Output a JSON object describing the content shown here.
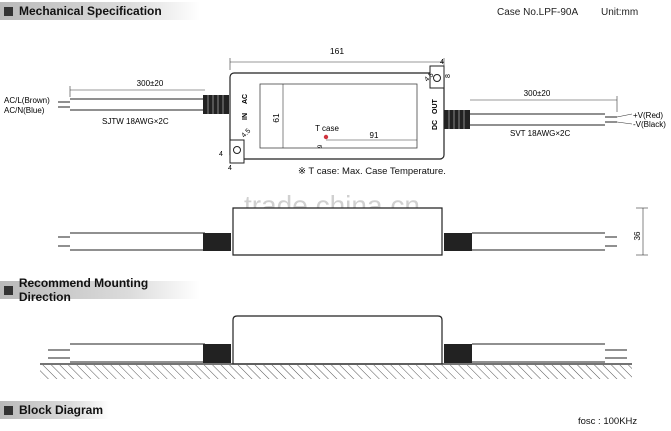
{
  "sections": {
    "mechanical": "Mechanical Specification",
    "mounting": "Recommend Mounting Direction",
    "block": "Block Diagram"
  },
  "header": {
    "case_no": "Case No.LPF-90A",
    "unit": "Unit:mm"
  },
  "dims": {
    "length": "161",
    "height": "61",
    "tcase_dist": "91",
    "tcase_small": "9",
    "hole": "4.5",
    "edge_small": "4",
    "tab": "8",
    "depth": "36",
    "cable_left_len": "300±20",
    "cable_right_len": "300±20"
  },
  "labels": {
    "ac_l": "AC/L(Brown)",
    "ac_n": "AC/N(Blue)",
    "input_cable": "SJTW 18AWG×2C",
    "output_cable": "SVT 18AWG×2C",
    "v_plus": "+V(Red)",
    "v_minus": "-V(Black)",
    "tcase": "T case",
    "in_label": "IN",
    "ac_label": "AC",
    "dc_label": "DC",
    "out_label": "OUT"
  },
  "notes": {
    "tcase_note": "※ T case: Max. Case Temperature.",
    "fosc": "fosc : 100KHz"
  },
  "watermark": "trade.china.cn"
}
